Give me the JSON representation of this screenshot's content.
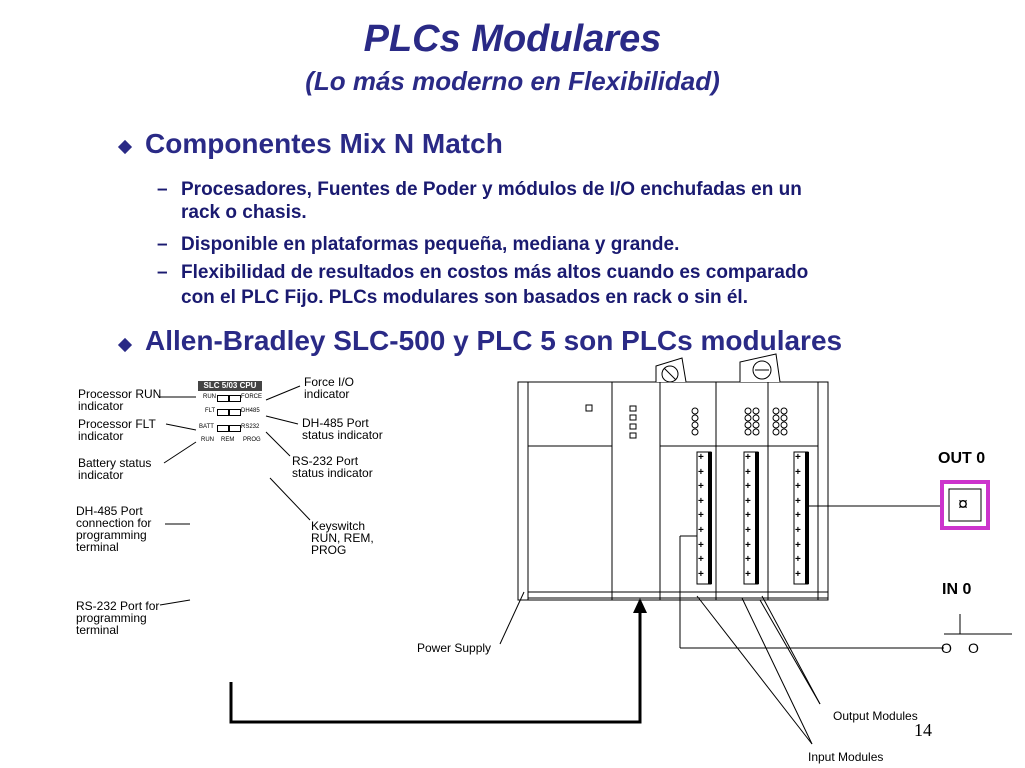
{
  "title": "PLCs Modulares",
  "subtitle": "(Lo más moderno en Flexibilidad)",
  "bullets": [
    {
      "text": "Componentes Mix N Match",
      "subitems": [
        {
          "line1": "Procesadores, Fuentes de Poder y módulos de I/O  enchufadas en un",
          "line2": "rack o chasis."
        },
        {
          "line1": "Disponible en plataformas pequeña, mediana y grande.",
          "line2": ""
        },
        {
          "line1": "Flexibilidad de resultados en costos más altos cuando es comparado",
          "line2": "con el PLC Fijo. PLCs modulares son basados en rack o sin él."
        }
      ]
    },
    {
      "text": "Allen-Bradley SLC-500 y PLC 5 son PLCs modulares",
      "subitems": []
    }
  ],
  "cpu": {
    "tag": "SLC 5/03 CPU",
    "led_run": "RUN",
    "led_force": "FORCE",
    "led_flt": "FLT",
    "led_dh485": "DH485",
    "led_batt": "BATT",
    "led_rs232": "RS232",
    "key_run": "RUN",
    "key_rem": "REM",
    "key_prog": "PROG"
  },
  "left_labels": {
    "run": [
      "Processor RUN",
      "indicator"
    ],
    "flt": [
      "Processor FLT",
      "indicator"
    ],
    "batt": [
      "Battery status",
      "indicator"
    ],
    "dh485_conn": [
      "DH-485 Port",
      "connection for",
      "programming",
      "terminal"
    ],
    "rs232_prog": [
      "RS-232 Port  for",
      "programming",
      "terminal"
    ]
  },
  "right_labels": {
    "force": [
      "Force I/O",
      "indicator"
    ],
    "dh485_status": [
      "DH-485 Port",
      "status indicator"
    ],
    "rs232_status": [
      "RS-232 Port",
      "status indicator"
    ],
    "keyswitch": [
      "Keyswitch",
      "RUN, REM,",
      "PROG"
    ]
  },
  "rack": {
    "power_supply": "Power Supply",
    "output_modules": "Output Modules",
    "input_modules": "Input Modules",
    "out0": "OUT 0",
    "in0": "IN 0",
    "lamp_symbol": "¤",
    "contact_left": "O",
    "contact_right": "O",
    "terminal_mark": "+"
  },
  "page_number": "14",
  "colors": {
    "title": "#2a2a86",
    "lamp_border": "#cc33cc",
    "module_stripe": "#000000"
  }
}
